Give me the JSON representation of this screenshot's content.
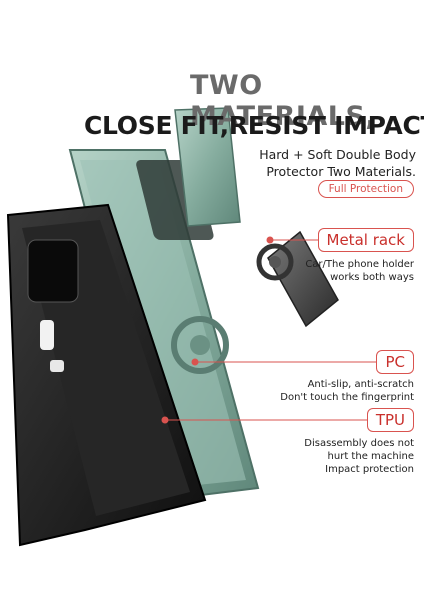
{
  "headline": {
    "line1": "TWO MATERIALS,",
    "line2": "CLOSE FIT,RESIST IMPACT"
  },
  "subtitle": {
    "line1": "Hard + Soft Double Body",
    "line2": "Protector Two Materials."
  },
  "badge": "Full Protection",
  "features": [
    {
      "tag": "Metal rack",
      "desc1": "Car/The phone holder",
      "desc2": "works both ways",
      "desc3": ""
    },
    {
      "tag": "PC",
      "desc1": "Anti-slip, anti-scratch",
      "desc2": "Don't touch the fingerprint",
      "desc3": ""
    },
    {
      "tag": "TPU",
      "desc1": "Disassembly does not",
      "desc2": "hurt the machine",
      "desc3": "Impact protection"
    }
  ],
  "colors": {
    "accent": "#d9534f",
    "case_green": "#8fb5a8",
    "case_black": "#1c1c1c"
  }
}
